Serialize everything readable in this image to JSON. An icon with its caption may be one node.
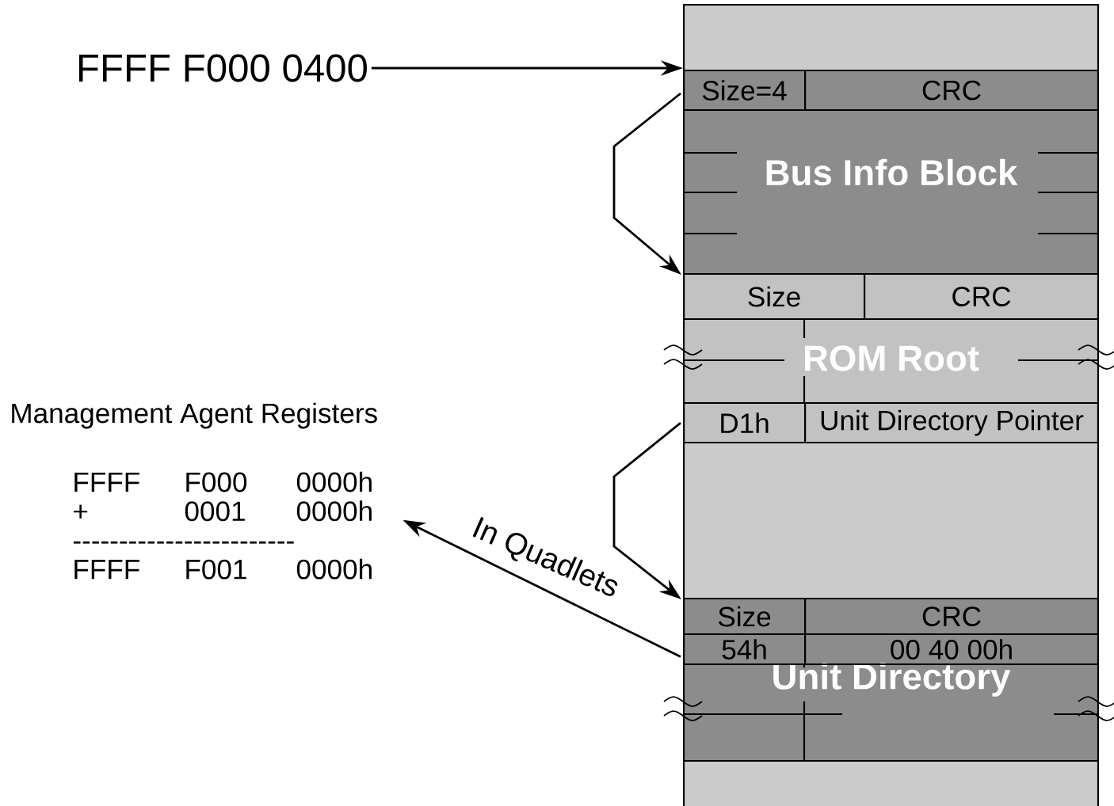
{
  "diagram": {
    "nodes": [
      {
        "text": [
          "FFFF F000 0400"
        ]
      },
      {
        "text": [
          "Bus Info Block"
        ]
      },
      {
        "text": [
          "Size=4"
        ],
        "in": 1
      },
      {
        "text": [
          "CRC"
        ],
        "in": 1
      },
      {
        "text": [
          "ROM Root"
        ]
      },
      {
        "text": [
          "Size"
        ],
        "in": 4
      },
      {
        "text": [
          "CRC"
        ],
        "in": 4
      },
      {
        "text": [
          "D1h"
        ],
        "in": 4
      },
      {
        "text": [
          "Unit Directory Pointer"
        ],
        "in": 4
      },
      {
        "text": [
          "Unit Directory"
        ]
      },
      {
        "text": [
          "Size"
        ],
        "in": 9
      },
      {
        "text": [
          "CRC"
        ],
        "in": 9
      },
      {
        "text": [
          "54h"
        ],
        "in": 9
      },
      {
        "text": [
          "00 40 00h"
        ],
        "in": 9
      },
      {
        "text": [
          "FFFF",
          "F000",
          "0000h",
          "+",
          "0001",
          "0000h",
          "------------------------",
          "FFFF",
          "F001",
          "0000h"
        ]
      },
      {
        "text": [],
        "shape": "box"
      },
      {
        "text": [],
        "shape": "box"
      },
      {
        "text": [],
        "shape": "box"
      }
    ],
    "edges": [
      {
        "from": 0,
        "to": 1,
        "arrow": "to"
      },
      {
        "from": 1,
        "to": 4,
        "arrow": "to"
      },
      {
        "from": 7,
        "to": 9,
        "arrow": "to"
      },
      {
        "from": 9,
        "to": 14,
        "arrow": "to",
        "label": "In Quadlets"
      }
    ],
    "labels": [
      "Management Agent Registers"
    ]
  }
}
